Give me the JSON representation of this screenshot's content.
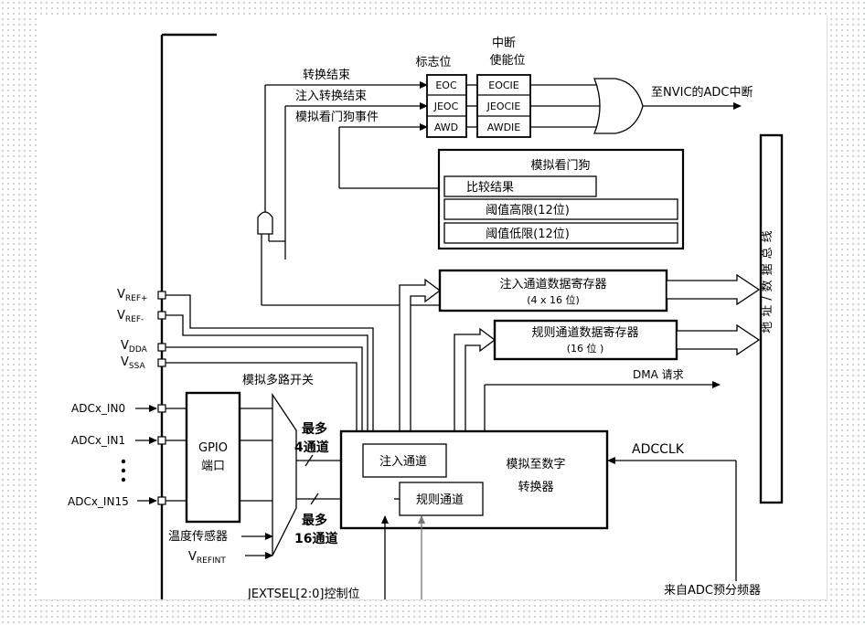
{
  "flags_header": "标志位",
  "enable_header_line1": "中断",
  "enable_header_line2": "使能位",
  "flags": [
    "EOC",
    "JEOC",
    "AWD"
  ],
  "enables": [
    "EOCIE",
    "JEOCIE",
    "AWDIE"
  ],
  "event_labels": [
    "转换结束",
    "注入转换结束",
    "模拟看门狗事件"
  ],
  "interrupt_output": "至NVIC的ADC中断",
  "watchdog": {
    "title": "模拟看门狗",
    "rows": [
      "比较结果",
      "阈值高限(12位)",
      "阈值低限(12位)"
    ]
  },
  "injected_register": {
    "line1": "注入通道数据寄存器",
    "line2": "(4 x 16 位)"
  },
  "regular_register": {
    "line1": "规则通道数据寄存器",
    "line2": "(16 位 )"
  },
  "bus_label": "地址/数据总线",
  "dma_request": "DMA 请求",
  "pins": [
    {
      "main": "V",
      "sub": "REF+"
    },
    {
      "main": "V",
      "sub": "REF-"
    },
    {
      "main": "V",
      "sub": "DDA"
    },
    {
      "main": "V",
      "sub": "SSA"
    }
  ],
  "inputs": [
    "ADCx_IN0",
    "ADCx_IN1",
    "ADCx_IN15"
  ],
  "gpio": {
    "line1": "GPIO",
    "line2": "端口"
  },
  "mux_label": "模拟多路开关",
  "injected_max": {
    "line1": "最多",
    "line2": "4通道"
  },
  "regular_max": {
    "line1": "最多",
    "line2": "16通道"
  },
  "temp_sensor": "温度传感器",
  "vrefint": {
    "main": "V",
    "sub": "REFINT"
  },
  "adc_core": {
    "line1": "模拟至数字",
    "line2": "转换器"
  },
  "injected_channel": "注入通道",
  "regular_channel": "规则通道",
  "adcclk": "ADCCLK",
  "prescaler": "来自ADC预分频器",
  "jextsel": "JEXTSEL[2:0]控制位"
}
